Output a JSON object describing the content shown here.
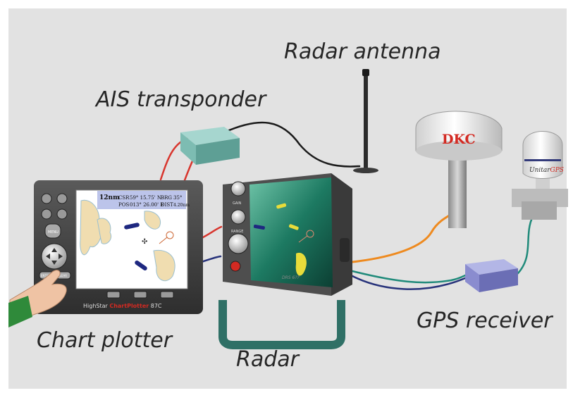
{
  "labels": {
    "radar_antenna": "Radar antenna",
    "ais_transponder": "AIS transponder",
    "chart_plotter": "Chart plotter",
    "radar": "Radar",
    "gps_receiver": "GPS receiver"
  },
  "plotter": {
    "range": "12nm",
    "csr": "CSR",
    "csr_value": "59° 15.75' N",
    "brg": "BRG",
    "brg_value": "35°",
    "pos": "POS",
    "pos_value": "013° 26.00' E",
    "dist": "DIST",
    "dist_value": "4.20nm",
    "brand": "HighStar",
    "model_name": "ChartPlotter",
    "model_number": "87C",
    "btn_menu": "MENU",
    "btn_enter": "ENTER",
    "btn_clear": "CLEAR"
  },
  "radar_unit": {
    "knob_gain": "GAIN",
    "knob_range": "RANGE",
    "model": "DRS 6??"
  },
  "dome": {
    "brand": "DKC"
  },
  "gps_antenna": {
    "brand_a": "Unitar",
    "brand_b": "GPS"
  },
  "colors": {
    "background_panel": "#e2e2e2",
    "label_text": "#262626",
    "red_cable": "#d8362e",
    "black_cable": "#1a1a1a",
    "orange_cable": "#ee8a1f",
    "teal_cable": "#1f8a7a",
    "blue_cable": "#27327a",
    "radar_screen": "#1d7a62",
    "ais_box": "#6fb2a8",
    "gps_box": "#8a8ccf",
    "brand_red": "#d32a22"
  }
}
